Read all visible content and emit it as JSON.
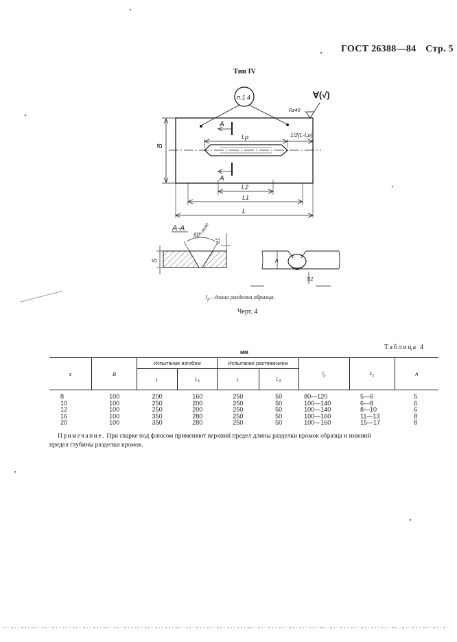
{
  "header": {
    "standard": "ГОСТ 26388—84",
    "page": "Стр. 5"
  },
  "drawing": {
    "type_title": "Тип IV",
    "ref_circle": "п.1.4",
    "roughness_symbol": "∀(√)",
    "roughness_value": "Rz40",
    "section_mark": "A",
    "dim_B": "B",
    "dim_Lp": "Lp",
    "dim_half": "1/2(L-Lp)",
    "dim_L2": "L2",
    "dim_L1": "L1",
    "dim_L": "L",
    "section_title": "A-A",
    "angle_label": "60°",
    "section_roughness": "Rz40",
    "dim_c1": "c1",
    "dim_S": "S",
    "dim_h": "h",
    "dim_S1": "S1"
  },
  "legend": {
    "symbol": "l",
    "subscript": "р",
    "text": "—длина разделки образца."
  },
  "figure_caption": "Черт. 4",
  "table": {
    "caption": "Таблица 4",
    "units": "мм",
    "headers": {
      "s": "s",
      "B": "B",
      "bending_group": "Испытание изгибом",
      "tension_group": "Испытание растяжением",
      "L": "L",
      "L1": "L",
      "L1_sub": "1",
      "L_t": "L",
      "L2": "L",
      "L2_sub": "2",
      "lp": "l",
      "lp_sub": "р",
      "c1": "c",
      "c1_sub": "1",
      "h": "h"
    },
    "rows": [
      {
        "s": "8",
        "B": "100",
        "L": "200",
        "L1": "160",
        "Lt": "250",
        "L2": "50",
        "lp": "80—120",
        "c1": "5—6",
        "h": "5"
      },
      {
        "s": "10",
        "B": "100",
        "L": "250",
        "L1": "200",
        "Lt": "250",
        "L2": "50",
        "lp": "100—140",
        "c1": "6—8",
        "h": "6"
      },
      {
        "s": "12",
        "B": "100",
        "L": "250",
        "L1": "200",
        "Lt": "250",
        "L2": "50",
        "lp": "100—140",
        "c1": "8—10",
        "h": "6"
      },
      {
        "s": "16",
        "B": "100",
        "L": "350",
        "L1": "280",
        "Lt": "250",
        "L2": "50",
        "lp": "100—160",
        "c1": "11—13",
        "h": "8"
      },
      {
        "s": "20",
        "B": "100",
        "L": "350",
        "L1": "280",
        "Lt": "250",
        "L2": "50",
        "lp": "100—160",
        "c1": "15—17",
        "h": "8"
      }
    ]
  },
  "note": {
    "label": "Примечание.",
    "line1": "При сварке под флюсом применяют верхний предел длины разделки кромок образца и нижний",
    "line2": "предел глубины разделки кромок."
  }
}
